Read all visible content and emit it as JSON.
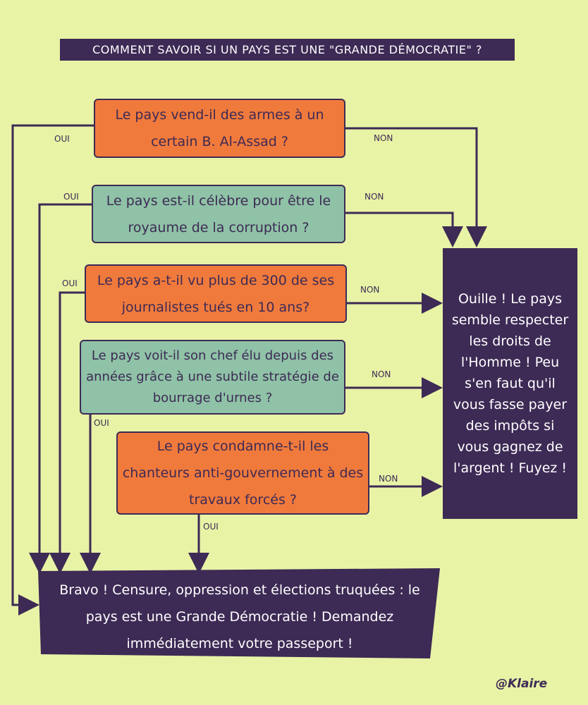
{
  "title": "COMMENT SAVOIR SI UN PAYS EST UNE \"GRANDE DÉMOCRATIE\" ?",
  "questions": [
    {
      "text": "Le pays vend-il des armes à un certain B. Al-Assad ?",
      "yes": "OUI",
      "no": "NON"
    },
    {
      "text": "Le pays est-il célèbre pour être le royaume de la corruption ?",
      "yes": "OUI",
      "no": "NON"
    },
    {
      "text": "Le pays a-t-il vu plus de 300 de ses journalistes tués en 10 ans?",
      "yes": "OUI",
      "no": "NON"
    },
    {
      "text": "Le pays voit-il son chef élu depuis des années grâce à une subtile stratégie de bourrage d'urnes ?",
      "yes": "OUI",
      "no": "NON"
    },
    {
      "text": "Le pays condamne-t-il les chanteurs anti-gouvernement à des travaux forcés ?",
      "yes": "OUI",
      "no": "NON"
    }
  ],
  "result_no": "Ouille ! Le pays semble respecter les droits de l'Homme ! Peu s'en faut qu'il vous fasse payer des impôts si vous gagnez de l'argent ! Fuyez !",
  "result_yes": "Bravo ! Censure, oppression et élections truquées : le pays est une Grande Démocratie ! Demandez immédiatement votre passeport !",
  "signature": "@Klaire",
  "colors": {
    "background": "#e8f3a6",
    "dark": "#3d2a55",
    "orange": "#f07a3c",
    "teal": "#8fc2a6"
  }
}
